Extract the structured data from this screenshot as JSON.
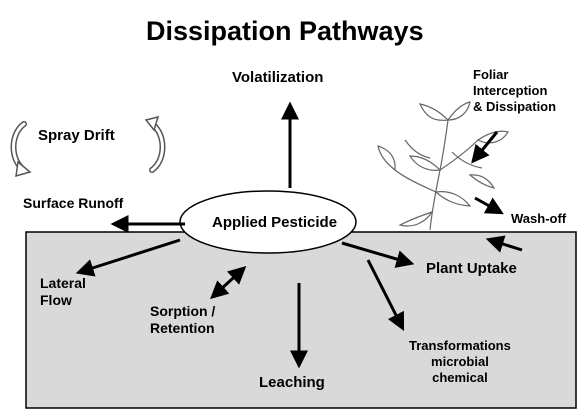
{
  "title": "Dissipation Pathways",
  "center_label": "Applied Pesticide",
  "labels": {
    "volatilization": "Volatilization",
    "foliar": "Foliar\nInterception\n& Dissipation",
    "spray_drift": "Spray Drift",
    "surface_runoff": "Surface Runoff",
    "wash_off": "Wash-off",
    "plant_uptake": "Plant Uptake",
    "lateral_flow": "Lateral\nFlow",
    "sorption": "Sorption /\nRetention",
    "leaching": "Leaching",
    "transformations": "Transformations\nmicrobial\nchemical"
  },
  "colors": {
    "soil": "#d9d9d9",
    "line": "#000000",
    "background": "#ffffff",
    "plant": "#666666"
  },
  "icons": [
    "curved-arrow-left-icon",
    "curved-arrow-right-icon",
    "plant-icon"
  ]
}
